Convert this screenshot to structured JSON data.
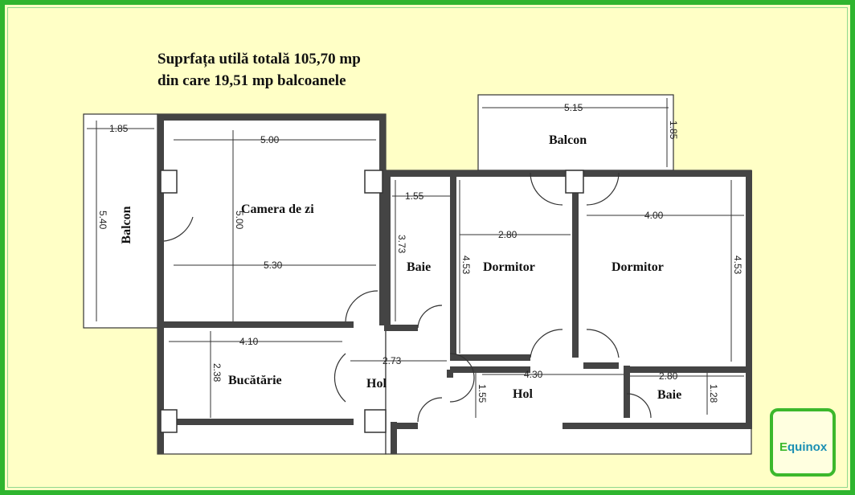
{
  "title": {
    "line1": "Suprfața utilă totală 105,70 mp",
    "line2": "din care 19,51 mp balcoanele"
  },
  "rooms": {
    "balcon_left": "Balcon",
    "camera": "Camera de zi",
    "baie1": "Baie",
    "dormitor1": "Dormitor",
    "dormitor2": "Dormitor",
    "balcon_top": "Balcon",
    "bucatarie": "Bucătărie",
    "hol1": "Hol",
    "hol2": "Hol",
    "baie2": "Baie"
  },
  "dims": {
    "d1": "1.85",
    "d2": "5.00",
    "d3": "5.40",
    "d4": "5.00",
    "d5": "5.30",
    "d6": "1.55",
    "d7": "3.73",
    "d8": "4.53",
    "d9": "2.80",
    "d10": "5.15",
    "d11": "1.85",
    "d12": "4.00",
    "d13": "4.53",
    "d14": "4.10",
    "d15": "2.38",
    "d16": "2.73",
    "d17": "4.30",
    "d18": "1.55",
    "d19": "2.80",
    "d20": "1.28"
  },
  "logo": {
    "text": "Equinox"
  },
  "colors": {
    "frame": "#2fb52f",
    "background": "#ffffc6"
  }
}
